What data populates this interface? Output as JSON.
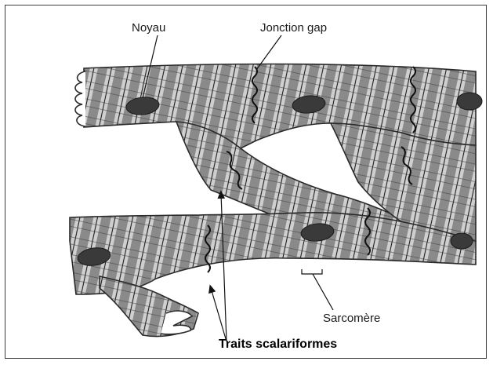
{
  "figure": {
    "subject": "cardiac-muscle-cells",
    "colors": {
      "band_dark": "#8a8a8a",
      "band_light": "#cfcfcf",
      "nucleus": "#3a3a3a",
      "line": "#1e1e1e",
      "outline": "#2a2a2a"
    },
    "labels": {
      "nucleus": "Noyau",
      "gap_junction": "Jonction gap",
      "sarcomere": "Sarcomère",
      "intercalated_discs": "Traits scalariformes"
    }
  }
}
